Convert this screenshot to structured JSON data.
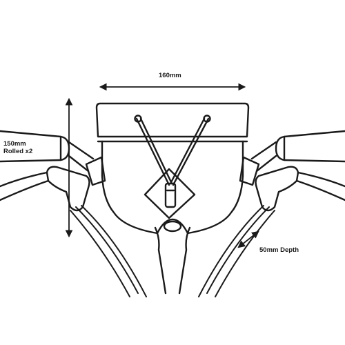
{
  "labels": {
    "width": "160mm",
    "height_line1": "150mm",
    "height_line2": "Rolled x2",
    "depth": "50mm Depth"
  },
  "colors": {
    "stroke": "#1a1a1a",
    "background": "#ffffff"
  }
}
